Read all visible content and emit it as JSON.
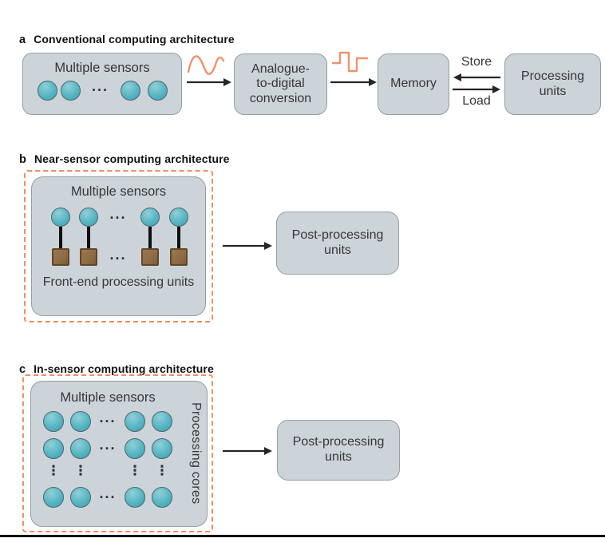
{
  "colors": {
    "box_fill": "#cdd4d9",
    "box_border": "#949ea3",
    "sensor_fill": "#54b4c2",
    "sensor_light": "#8fd0d8",
    "sensor_border": "#4e666d",
    "square_fill": "#8e6b43",
    "square_border": "#5f4728",
    "dashed_border": "#f08d63",
    "wave": "#f0926c",
    "arrow": "#262626",
    "text": "#363636",
    "title": "#111111"
  },
  "panels": {
    "a": {
      "label": "a",
      "title": "Conventional computing architecture",
      "sensors_box_label": "Multiple sensors",
      "dots": "···",
      "adc_lines": [
        "Analogue-",
        "to-digital",
        "conversion"
      ],
      "memory_label": "Memory",
      "processing_lines": [
        "Processing",
        "units"
      ],
      "store_label": "Store",
      "load_label": "Load"
    },
    "b": {
      "label": "b",
      "title": "Near-sensor computing architecture",
      "sensors_label": "Multiple sensors",
      "dots": "···",
      "frontend_lines": [
        "Front-end",
        "processing units"
      ],
      "post_lines": [
        "Post-processing",
        "units"
      ]
    },
    "c": {
      "label": "c",
      "title": "In-sensor computing architecture",
      "sensors_label": "Multiple sensors",
      "dots": "···",
      "vdots": "⋮",
      "cores_label": "Processing cores",
      "post_lines": [
        "Post-processing",
        "units"
      ]
    }
  }
}
